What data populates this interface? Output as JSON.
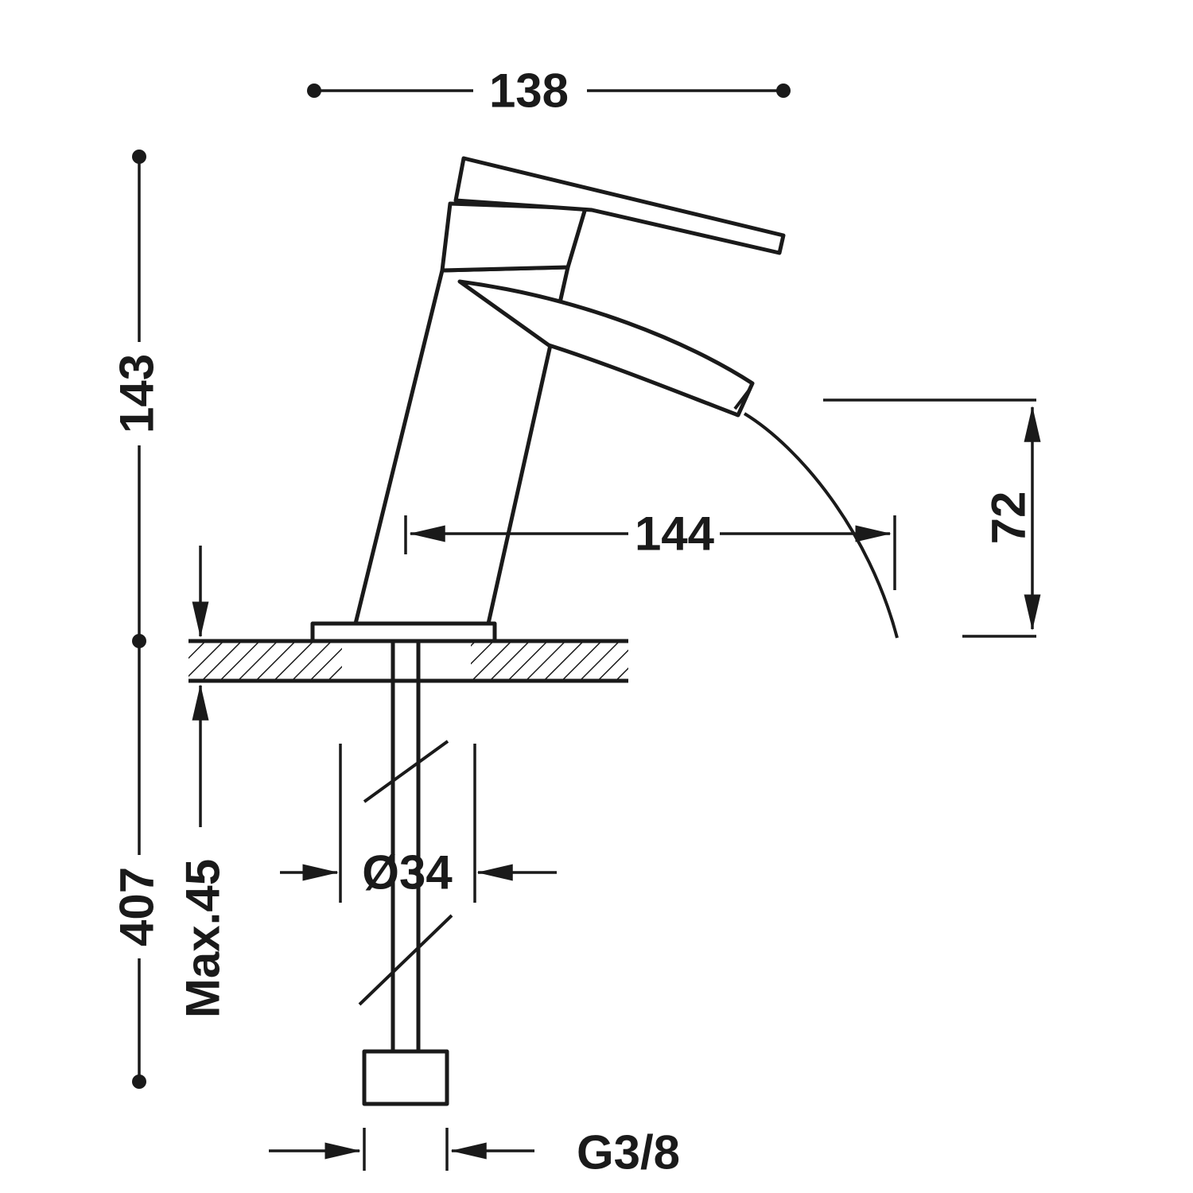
{
  "drawing": {
    "colors": {
      "line": "#1a1a1a",
      "background": "#ffffff"
    },
    "labels": {
      "handle_width": "138",
      "body_height": "143",
      "spout_reach": "144",
      "spout_height": "72",
      "supply_length": "407",
      "max_deck_thickness": "Max.45",
      "shank_diameter": "Ø34",
      "thread_size": "G3/8"
    }
  }
}
